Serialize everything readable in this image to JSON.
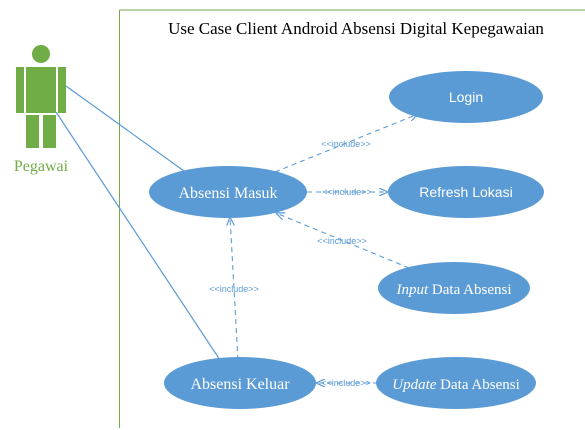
{
  "diagram": {
    "title": "Use Case Client Android Absensi Digital Kepegawaian",
    "actor": {
      "name": "Pegawai",
      "color": "#70ad47"
    },
    "use_cases": {
      "login": "Login",
      "absensi_masuk": "Absensi Masuk",
      "refresh_lokasi": "Refresh Lokasi",
      "input_data_absensi": {
        "emph": "Input",
        "rest": " Data Absensi"
      },
      "absensi_keluar": "Absensi Keluar",
      "update_data_absensi": {
        "emph": "Update",
        "rest": " Data Absensi"
      }
    },
    "relationships": {
      "include_login": "<<include>>",
      "include_refresh": "<<include>>",
      "include_input": "<<include>>",
      "include_keluar_masuk": "<<include>>",
      "include_update": "<<include>>"
    },
    "colors": {
      "use_case_fill": "#5b9bd5",
      "line": "#5b9bd5",
      "boundary": "#70ad47"
    }
  }
}
